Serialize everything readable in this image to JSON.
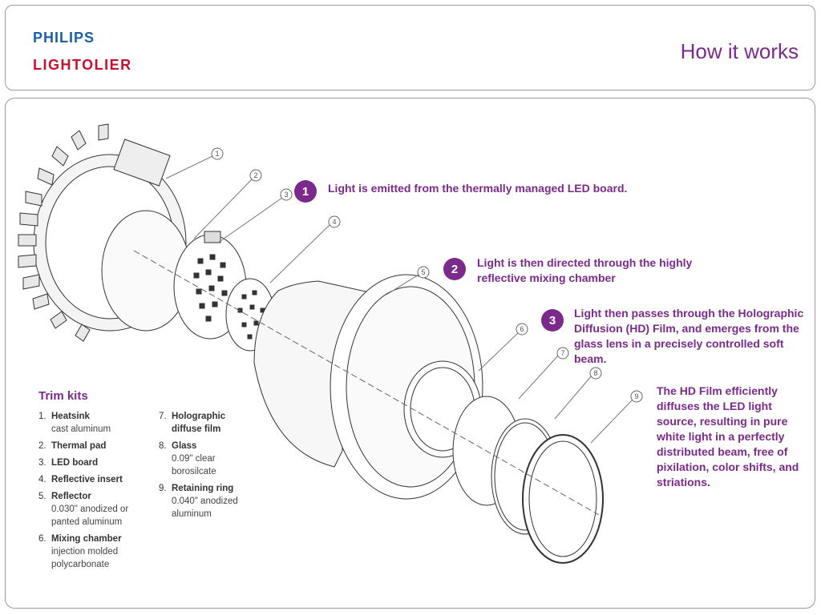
{
  "header": {
    "brand_top": "PHILIPS",
    "brand_bottom": "LIGHTOLIER",
    "title": "How it works"
  },
  "colors": {
    "accent": "#7b2a8c",
    "philips_blue": "#1b5fae",
    "lightolier_red": "#c8102e"
  },
  "callouts": [
    "1",
    "2",
    "3",
    "4",
    "5",
    "6",
    "7",
    "8",
    "9"
  ],
  "steps": [
    {
      "number": "1",
      "text": "Light is emitted from the thermally managed LED board."
    },
    {
      "number": "2",
      "text": "Light is then directed through the highly reflective mixing chamber"
    },
    {
      "number": "3",
      "text": "Light then passes through the Holographic Diffusion (HD) Film, and emerges from the glass lens in a precisely controlled soft beam."
    }
  ],
  "hd_film_text": "The HD Film efficiently diffuses the LED light source, resulting in pure white light in a perfectly distributed beam, free of pixilation, color shifts, and striations.",
  "trim_kits": {
    "title": "Trim kits",
    "items": [
      {
        "num": "1.",
        "name": "Heatsink",
        "desc": "cast aluminum"
      },
      {
        "num": "2.",
        "name": "Thermal pad",
        "desc": ""
      },
      {
        "num": "3.",
        "name": "LED board",
        "desc": ""
      },
      {
        "num": "4.",
        "name": "Reflective insert",
        "desc": ""
      },
      {
        "num": "5.",
        "name": "Reflector",
        "desc": "0.030\" anodized or panted aluminum"
      },
      {
        "num": "6.",
        "name": "Mixing chamber",
        "desc": "injection molded polycarbonate"
      },
      {
        "num": "7.",
        "name": "Holographic diffuse film",
        "desc": ""
      },
      {
        "num": "8.",
        "name": "Glass",
        "desc": "0.09\" clear borosilcate"
      },
      {
        "num": "9.",
        "name": "Retaining ring",
        "desc": "0.040\" anodized aluminum"
      }
    ]
  }
}
